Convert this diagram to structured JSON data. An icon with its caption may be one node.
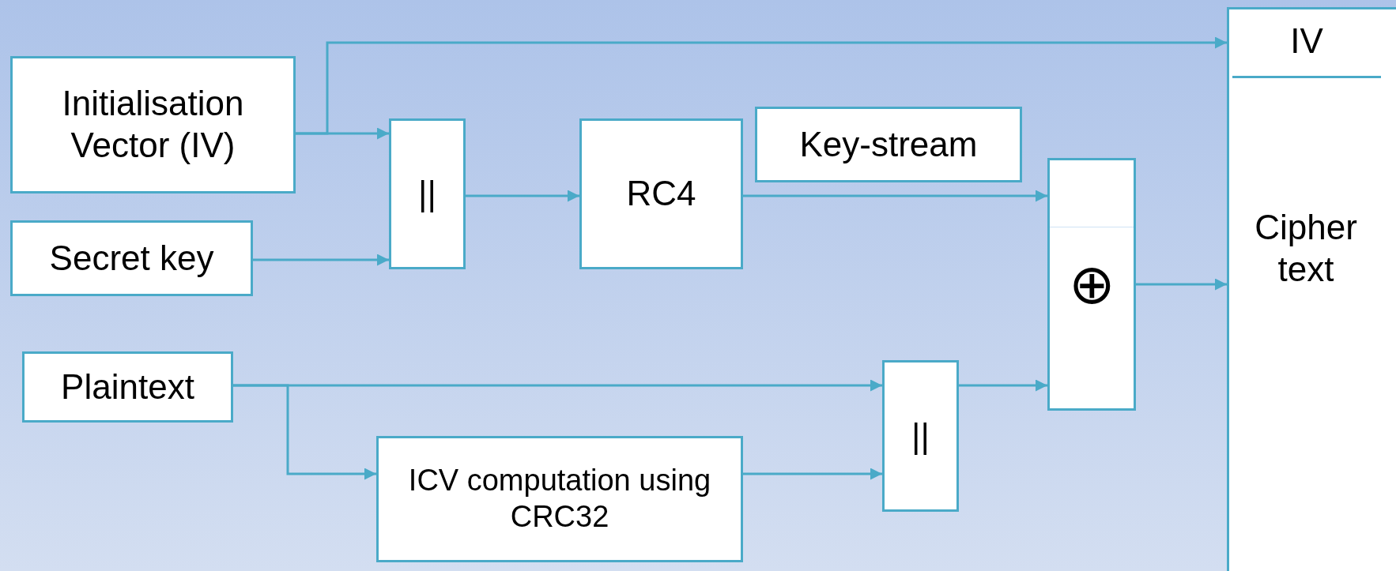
{
  "diagram": {
    "nodes": [
      {
        "text": [
          "Initialisation Vector (IV)"
        ]
      },
      {
        "text": [
          "||"
        ]
      },
      {
        "text": [
          "RC4"
        ]
      },
      {
        "text": [
          "Key-stream"
        ]
      },
      {
        "text": [
          "⊕"
        ]
      },
      {
        "text": [],
        "shape": "box"
      },
      {
        "text": [
          "IV"
        ],
        "in": 5
      },
      {
        "text": [
          "Cipher text"
        ],
        "in": 5
      },
      {
        "text": [
          "Secret key"
        ]
      },
      {
        "text": [
          "Plaintext"
        ]
      },
      {
        "text": [
          "||"
        ]
      },
      {
        "text": [
          "ICV computation using CRC32"
        ]
      }
    ],
    "edges": [
      {
        "from": 0,
        "to": 6,
        "arrow": "to"
      },
      {
        "from": 0,
        "to": 1,
        "arrow": "to"
      },
      {
        "from": 8,
        "to": 1,
        "arrow": "to"
      },
      {
        "from": 1,
        "to": 2,
        "arrow": "to"
      },
      {
        "from": 2,
        "to": 4,
        "arrow": "to"
      },
      {
        "from": 9,
        "to": 10,
        "arrow": "to"
      },
      {
        "from": 9,
        "to": 11,
        "arrow": "to"
      },
      {
        "from": 11,
        "to": 10,
        "arrow": "to"
      },
      {
        "from": 10,
        "to": 4,
        "arrow": "to"
      },
      {
        "from": 4,
        "to": 7,
        "arrow": "to"
      }
    ]
  }
}
